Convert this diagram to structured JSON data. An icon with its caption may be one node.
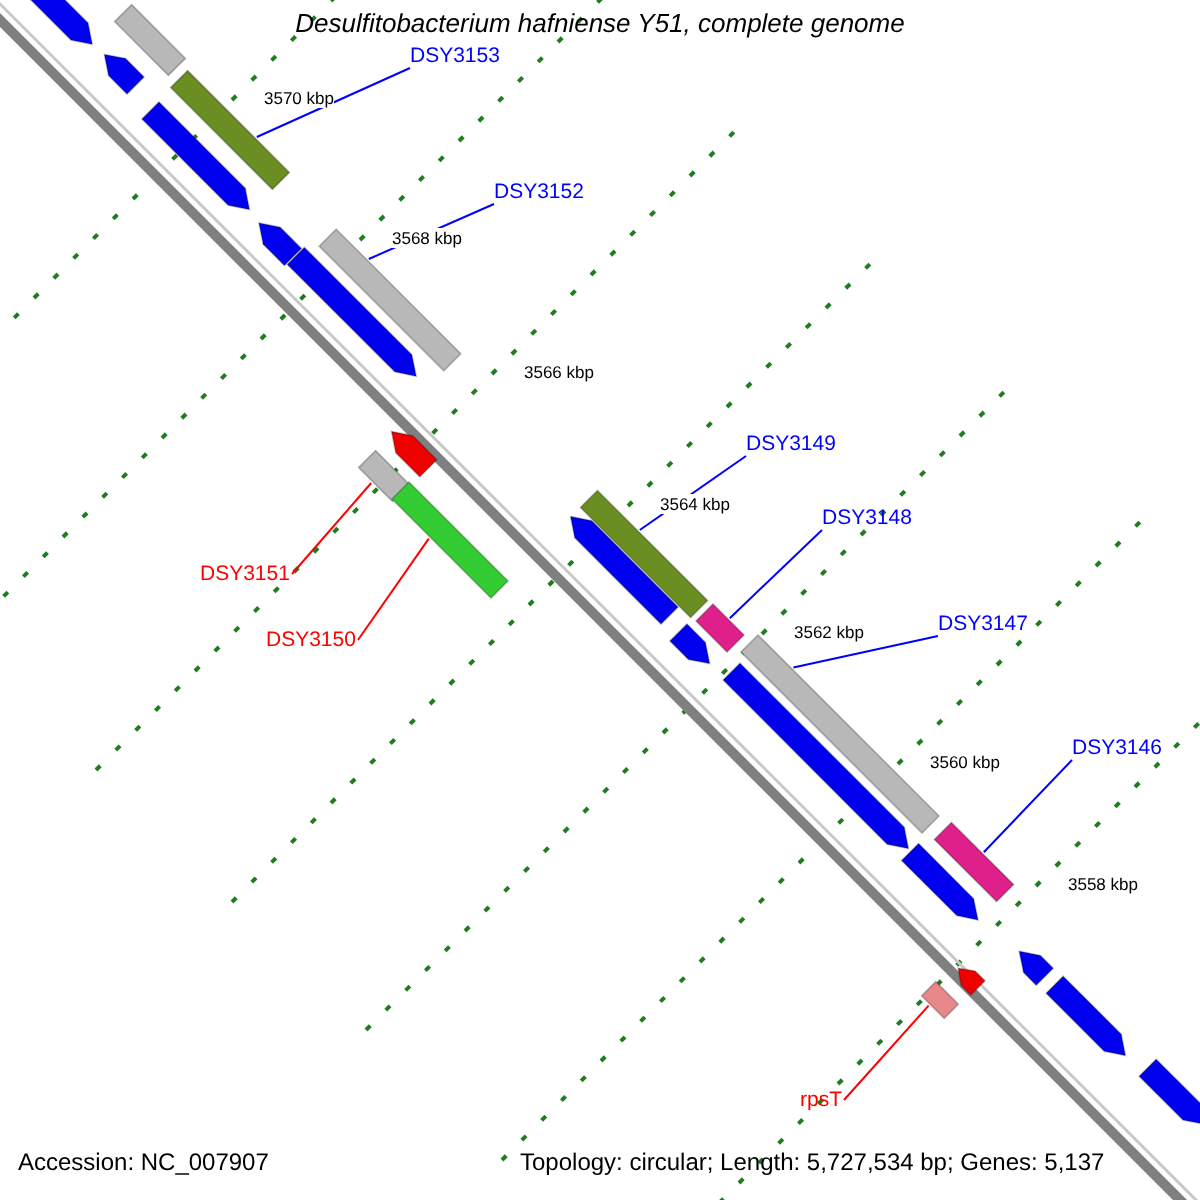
{
  "diagram": {
    "title": "Desulfitobacterium hafniense Y51, complete genome",
    "nodes": [
      {
        "text": [
          "DSY3153"
        ]
      },
      {
        "text": [],
        "shape": "bar"
      },
      {
        "text": [
          "DSY3152"
        ]
      },
      {
        "text": [],
        "shape": "bar"
      },
      {
        "text": [
          "DSY3149"
        ]
      },
      {
        "text": [],
        "shape": "bar"
      },
      {
        "text": [
          "DSY3148"
        ]
      },
      {
        "text": [],
        "shape": "bar"
      },
      {
        "text": [
          "DSY3151"
        ]
      },
      {
        "text": [],
        "shape": "bar"
      },
      {
        "text": [
          "DSY3147"
        ]
      },
      {
        "text": [],
        "shape": "bar"
      },
      {
        "text": [
          "DSY3150"
        ]
      },
      {
        "text": [],
        "shape": "bar"
      },
      {
        "text": [
          "DSY3146"
        ]
      },
      {
        "text": [],
        "shape": "bar"
      },
      {
        "text": [
          "rpsT"
        ]
      },
      {
        "text": [],
        "shape": "bar"
      },
      {
        "text": [],
        "shape": "bar"
      },
      {
        "text": [],
        "shape": "bar"
      },
      {
        "text": [],
        "shape": "bar"
      },
      {
        "text": [],
        "shape": "bar"
      },
      {
        "text": [],
        "shape": "bar"
      },
      {
        "text": [],
        "shape": "bar"
      },
      {
        "text": [],
        "shape": "bar"
      },
      {
        "text": [],
        "shape": "bar"
      },
      {
        "text": [],
        "shape": "bar"
      },
      {
        "text": [],
        "shape": "bar"
      },
      {
        "text": [],
        "shape": "bar"
      },
      {
        "text": [],
        "shape": "bar"
      },
      {
        "text": [],
        "shape": "bar"
      },
      {
        "text": [],
        "shape": "bar"
      },
      {
        "text": [],
        "shape": "bar"
      }
    ],
    "edges": [
      {
        "from": 0,
        "to": 1,
        "arrow": "none",
        "color": "#0000ff"
      },
      {
        "from": 2,
        "to": 3,
        "arrow": "none",
        "color": "#0000ff"
      },
      {
        "from": 4,
        "to": 5,
        "arrow": "none",
        "color": "#0000ff"
      },
      {
        "from": 6,
        "to": 7,
        "arrow": "none",
        "color": "#0000ff"
      },
      {
        "from": 8,
        "to": 9,
        "arrow": "none",
        "color": "#ff0000"
      },
      {
        "from": 10,
        "to": 11,
        "arrow": "none",
        "color": "#0000ff"
      },
      {
        "from": 12,
        "to": 13,
        "arrow": "none",
        "color": "#ff0000"
      },
      {
        "from": 14,
        "to": 15,
        "arrow": "none",
        "color": "#0000ff"
      },
      {
        "from": 16,
        "to": 17,
        "arrow": "none",
        "color": "#ff0000"
      }
    ],
    "labels": [
      "3570 kbp",
      "3568 kbp",
      "3566 kbp",
      "3564 kbp",
      "3562 kbp",
      "3560 kbp",
      "3558 kbp",
      "Accession: NC_007907",
      "Topology: circular; Length: 5,727,534 bp; Genes: 5,137"
    ]
  }
}
